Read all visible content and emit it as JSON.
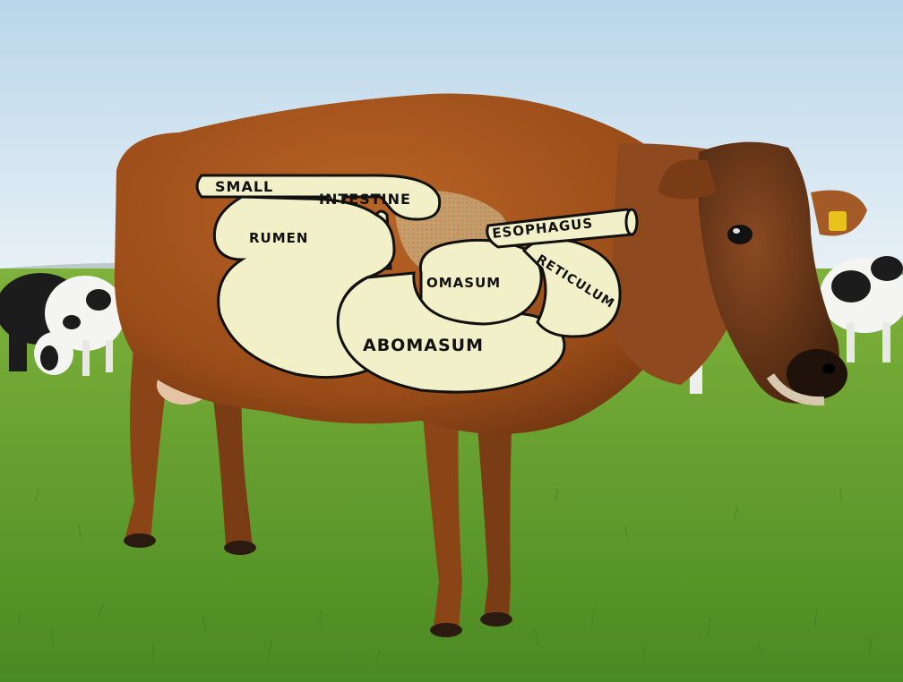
{
  "labels": {
    "small": "SMALL",
    "intestine": "INTESTINE",
    "rumen": "RUMEN",
    "esophagus": "ESOPHAGUS",
    "reticulum": "RETICULUM",
    "omasum": "OMASUM",
    "abomasum": "ABOMASUM"
  },
  "colors": {
    "sky_top": "#b9d6ea",
    "sky_bottom": "#e9f1f6",
    "grass_light": "#7fb23c",
    "grass_dark": "#3f7a1e",
    "cow_body": "#a0521c",
    "cow_dark": "#5a2a0e",
    "organ_fill": "#f1f0c8",
    "organ_line": "#111111"
  }
}
